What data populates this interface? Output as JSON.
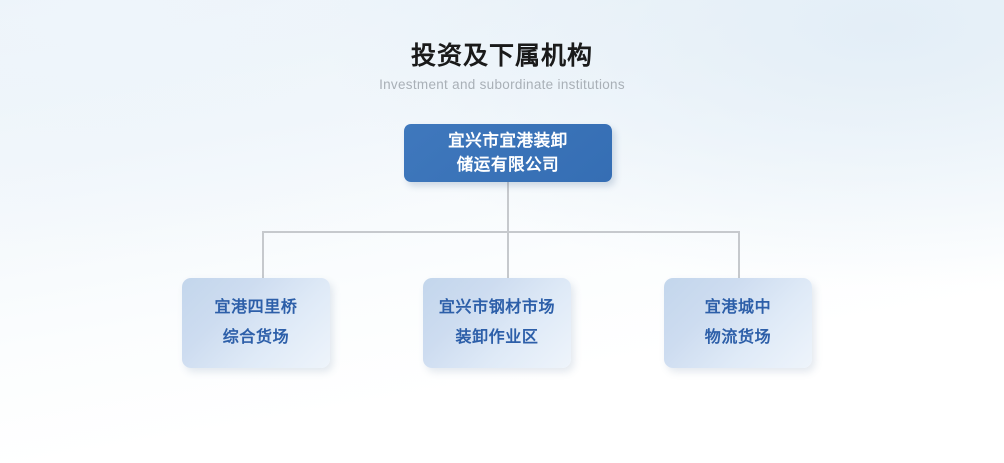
{
  "header": {
    "title": "投资及下属机构",
    "subtitle": "Investment and subordinate institutions"
  },
  "colors": {
    "root_node_bg": "#3a73b8",
    "root_node_text": "#ffffff",
    "child_node_bg_start": "#c3d6ec",
    "child_node_bg_end": "#eef4fb",
    "child_node_text": "#2d5fa9",
    "connector_line": "#c6c9cd",
    "title_text": "#1a1a1a",
    "subtitle_text": "#a9b0b7",
    "page_bg_start": "#eaf2f9",
    "page_bg_end": "#ffffff"
  },
  "org_chart": {
    "root": {
      "line1": "宜兴市宜港装卸",
      "line2": "储运有限公司"
    },
    "children": [
      {
        "line1": "宜港四里桥",
        "line2": "综合货场"
      },
      {
        "line1": "宜兴市钢材市场",
        "line2": "装卸作业区"
      },
      {
        "line1": "宜港城中",
        "line2": "物流货场"
      }
    ]
  }
}
